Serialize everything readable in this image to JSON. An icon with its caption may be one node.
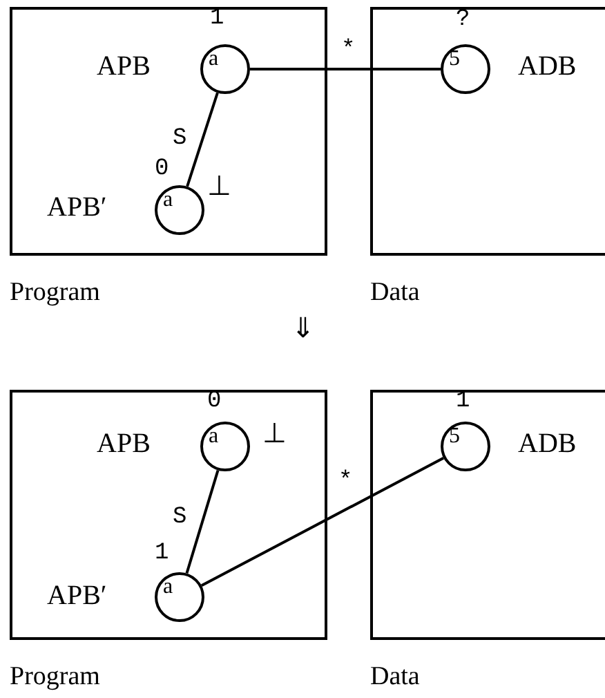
{
  "diagram": {
    "nodes": [
      {
        "text": [
          "Program"
        ]
      },
      {
        "text": [
          "a"
        ],
        "beside": [
          "1",
          "APB"
        ],
        "in": 0
      },
      {
        "text": [
          "a"
        ],
        "beside": [
          "0",
          "⊥",
          "APB′"
        ],
        "in": 0
      },
      {
        "text": [
          "Data"
        ]
      },
      {
        "text": [
          "5"
        ],
        "beside": [
          "?",
          "ADB"
        ],
        "in": 3
      },
      {
        "text": [
          "Program"
        ]
      },
      {
        "text": [
          "a"
        ],
        "beside": [
          "0",
          "APB",
          "⊥"
        ],
        "in": 5
      },
      {
        "text": [
          "a"
        ],
        "beside": [
          "1",
          "APB′"
        ],
        "in": 5
      },
      {
        "text": [
          "Data"
        ]
      },
      {
        "text": [
          "5"
        ],
        "beside": [
          "1",
          "ADB"
        ],
        "in": 8
      }
    ],
    "edges": [
      {
        "from": 1,
        "to": 4,
        "arrow": "none",
        "label": "*"
      },
      {
        "from": 1,
        "to": 2,
        "arrow": "none",
        "label": "S"
      },
      {
        "from": 6,
        "to": 7,
        "arrow": "none",
        "label": "S"
      },
      {
        "from": 7,
        "to": 9,
        "arrow": "none",
        "label": "*"
      }
    ],
    "labels": [
      "⇓"
    ]
  }
}
